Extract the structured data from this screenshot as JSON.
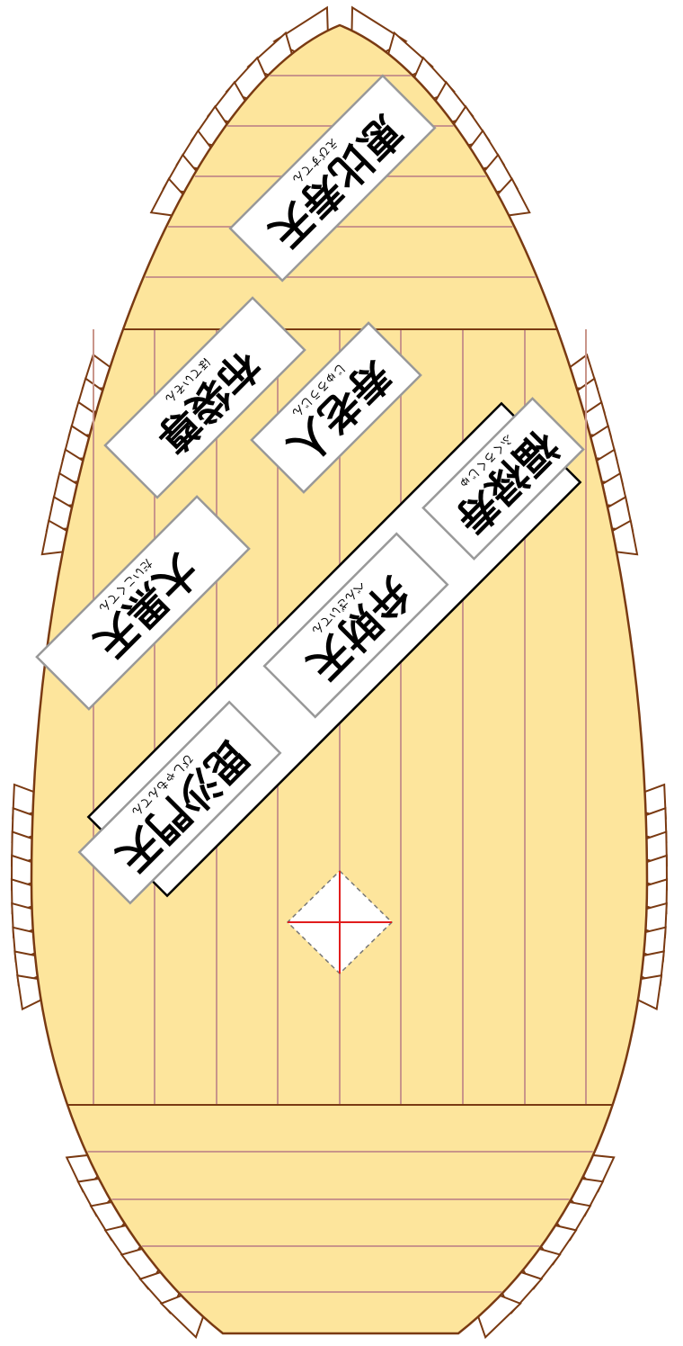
{
  "board": {
    "colors": {
      "hull_fill": "#fde59c",
      "hull_stroke": "#7a3a12",
      "plank_line": "#c9958a",
      "card_fill": "#ffffff",
      "card_stroke": "#999999",
      "group_stroke": "#000000",
      "marker_dash": "#777777",
      "marker_cross": "#e11d1d"
    },
    "pieces": [
      {
        "name": "恵比寿天",
        "ruby": "えびすてん"
      },
      {
        "name": "布袋尊",
        "ruby": "ほていそん"
      },
      {
        "name": "寿老人",
        "ruby": "じゅろうじん"
      },
      {
        "name": "大黒天",
        "ruby": "だいこくてん"
      },
      {
        "name": "福禄寿",
        "ruby": "ふくろくじゅ"
      },
      {
        "name": "弁財天",
        "ruby": "べんざいてん"
      },
      {
        "name": "毘沙門天",
        "ruby": "びしゃもんてん"
      }
    ]
  }
}
